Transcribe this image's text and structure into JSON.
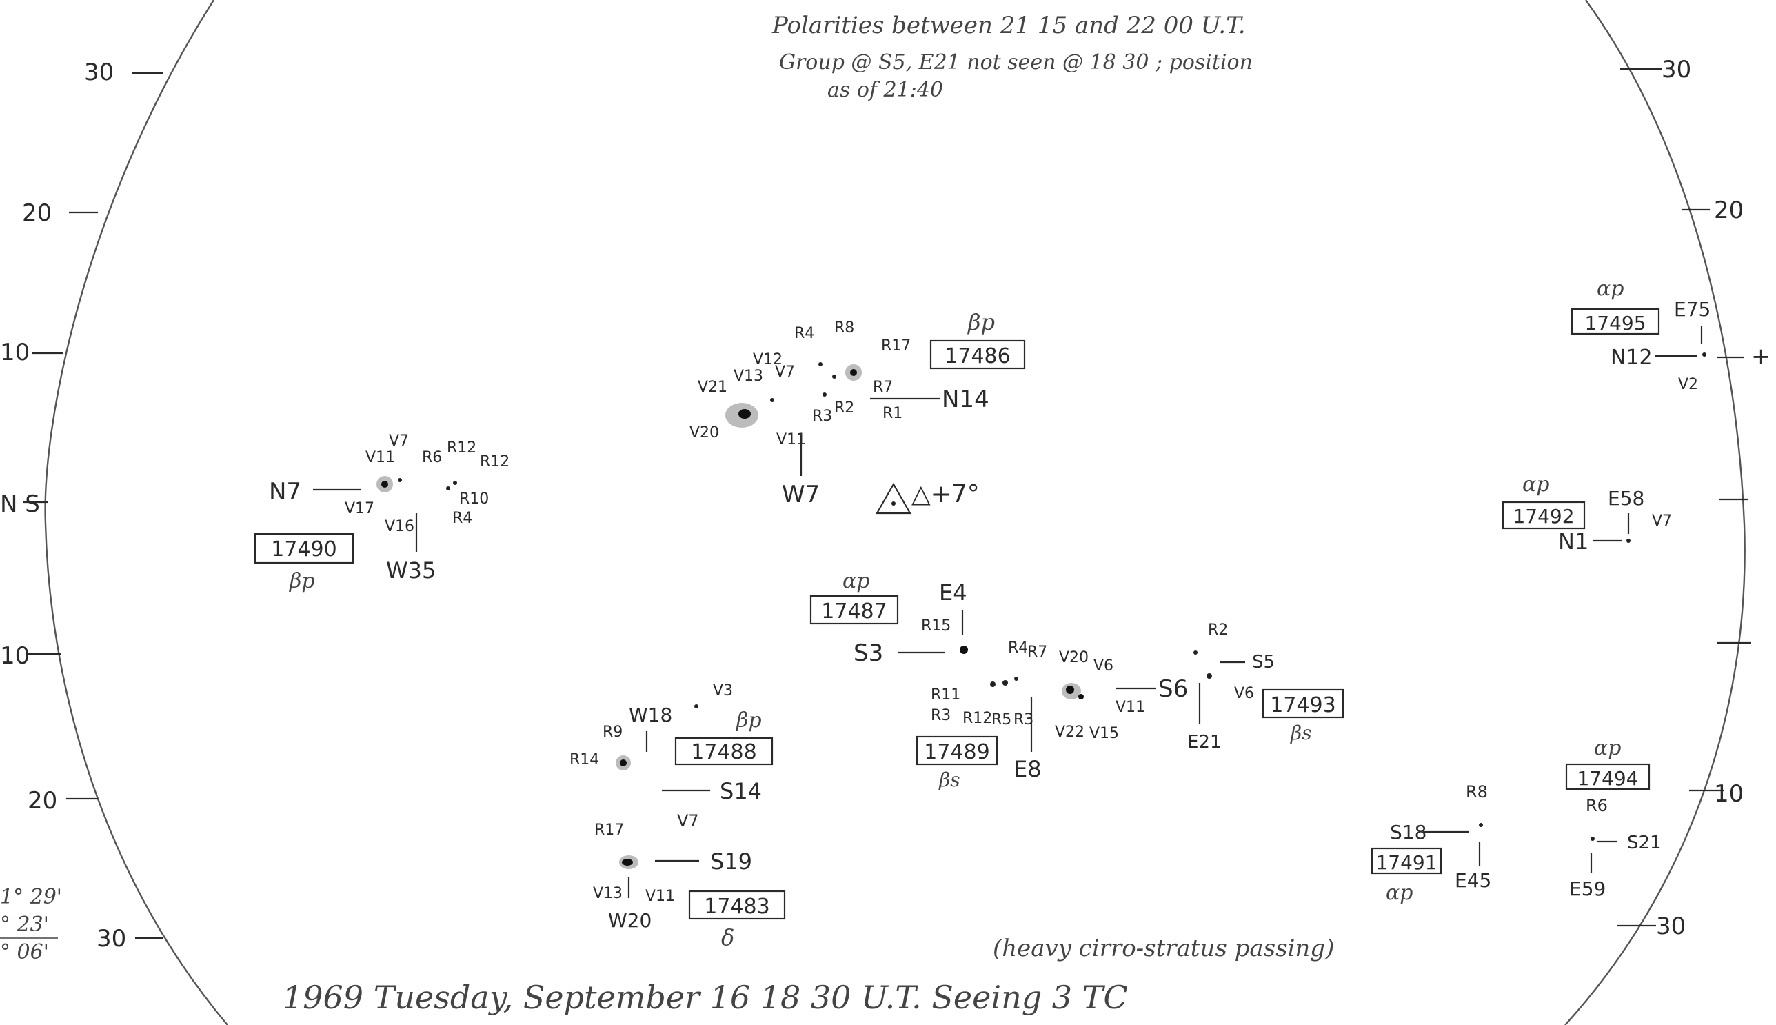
{
  "header": {
    "line1": "Polarities between 21 15 and 22 00 U.T.",
    "line2": "Group @ S5, E21 not seen @ 18 30 ; position",
    "line3": "as of 21:40"
  },
  "footer": {
    "caption": "1969 Tuesday, September 16   18 30 U.T.  Seeing 3  TC",
    "note": "(heavy cirro-stratus passing)"
  },
  "left_scale": [
    "30",
    "20",
    "10",
    "N S",
    "10",
    "20",
    "30"
  ],
  "right_scale": [
    "30",
    "20",
    "+",
    "10",
    "30"
  ],
  "corner_values": [
    "1° 29'",
    "° 23'",
    "° 06'"
  ],
  "orientation": "△+7°",
  "regions": [
    {
      "number": "17486",
      "class": "βp",
      "lat": "N14",
      "lon": "W7",
      "spots": [
        "R4",
        "R8",
        "R17",
        "R7",
        "R1",
        "R2",
        "R3",
        "V12",
        "V13",
        "V7",
        "V21",
        "V20",
        "V11"
      ]
    },
    {
      "number": "17490",
      "class": "βp",
      "lat": "N7",
      "lon": "W35",
      "spots": [
        "V7",
        "V11",
        "V17",
        "V16",
        "R6",
        "R12",
        "R12",
        "R10",
        "R4"
      ]
    },
    {
      "number": "17487",
      "class": "αp",
      "lat": "S3",
      "lon": "E4",
      "spots": [
        "R15"
      ]
    },
    {
      "number": "17489",
      "class": "βs",
      "lon": "E8",
      "spots": [
        "R4",
        "R7",
        "R11",
        "R3",
        "R12",
        "R5",
        "R3",
        "V20",
        "V6",
        "V22",
        "V15",
        "V11"
      ]
    },
    {
      "number": "17493",
      "class": "βs",
      "lat": "S6",
      "lon": "E21",
      "spots": [
        "R2",
        "S5",
        "V6"
      ]
    },
    {
      "number": "17488",
      "class": "βp",
      "lat": "S14",
      "lon": "W18",
      "spots": [
        "V3",
        "R9",
        "R14"
      ]
    },
    {
      "number": "17483",
      "class": "δ",
      "lat": "S19",
      "lon": "W20",
      "spots": [
        "R17",
        "V7",
        "V13",
        "V11"
      ]
    },
    {
      "number": "17495",
      "class": "αp",
      "lat": "N12",
      "lon": "E75",
      "spots": [
        "V2"
      ]
    },
    {
      "number": "17492",
      "class": "αp",
      "lat": "N1",
      "lon": "E58",
      "spots": [
        "V7"
      ]
    },
    {
      "number": "17494",
      "class": "αp",
      "lat": "S21",
      "lon": "E59",
      "spots": [
        "R6"
      ]
    },
    {
      "number": "17491",
      "class": "αp",
      "lat": "S18",
      "lon": "E45",
      "spots": [
        "R8"
      ]
    }
  ]
}
